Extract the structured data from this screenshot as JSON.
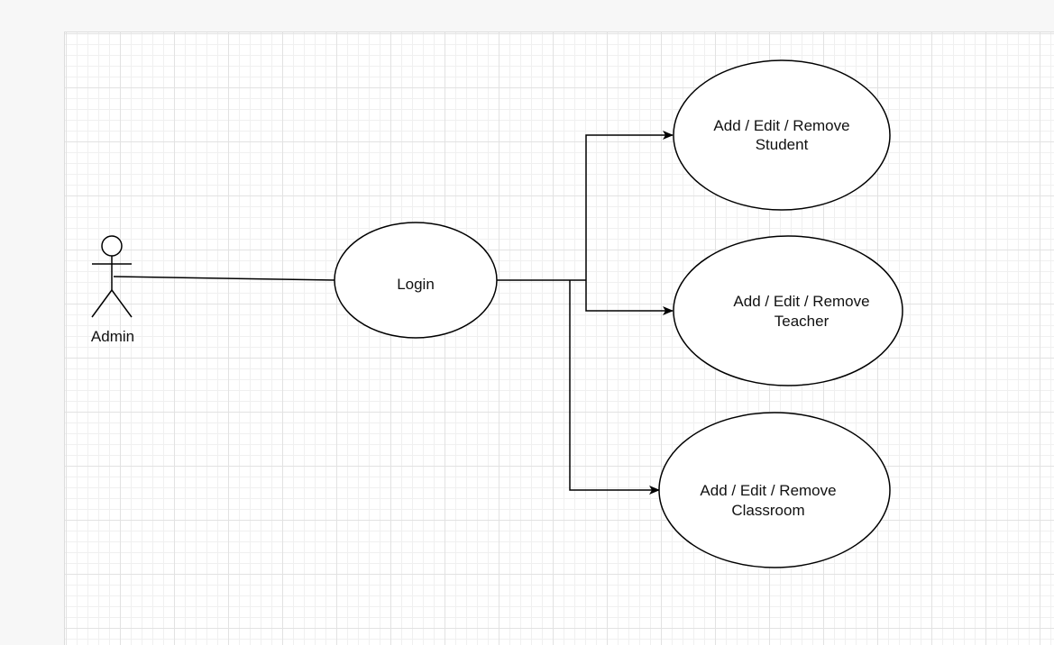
{
  "diagram": {
    "actor": {
      "label": "Admin"
    },
    "login": {
      "label": "Login"
    },
    "use_cases": {
      "student": {
        "line1": "Add / Edit / Remove",
        "line2": "Student"
      },
      "teacher": {
        "line1": "Add / Edit / Remove",
        "line2": "Teacher"
      },
      "classroom": {
        "line1": "Add / Edit / Remove",
        "line2": "Classroom"
      }
    }
  },
  "colors": {
    "stroke": "#000000",
    "background": "#f7f7f7",
    "sheet": "#ffffff",
    "grid": "#e2e2e2"
  }
}
